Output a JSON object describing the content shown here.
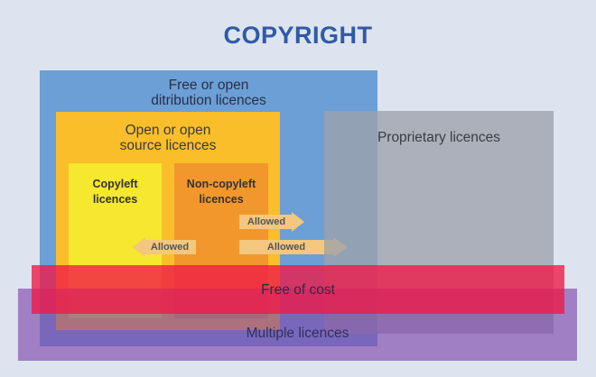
{
  "title": "COPYRIGHT",
  "regions": {
    "free_open": "Free or open\nditribution licences",
    "open_source": "Open or open\nsource licences",
    "copyleft": "Copyleft\nlicences",
    "non_copyleft": "Non-copyleft\nlicences",
    "proprietary": "Proprietary licences",
    "free_of_cost": "Free of cost",
    "multiple": "Multiple licences"
  },
  "arrows": {
    "to_proprietary_top": "Allowed",
    "to_copyleft": "Allowed",
    "to_proprietary_bottom": "Allowed"
  },
  "colors": {
    "title": "#2f5aa8",
    "free_open": "#6b9fd6",
    "open_source": "#f9be2a",
    "copyleft": "#f6e72f",
    "non_copyleft": "#f1972b",
    "proprietary": "#9ea2ab",
    "free_of_cost": "#ef1846",
    "multiple": "#814aac",
    "arrow": "#f3c77e"
  }
}
